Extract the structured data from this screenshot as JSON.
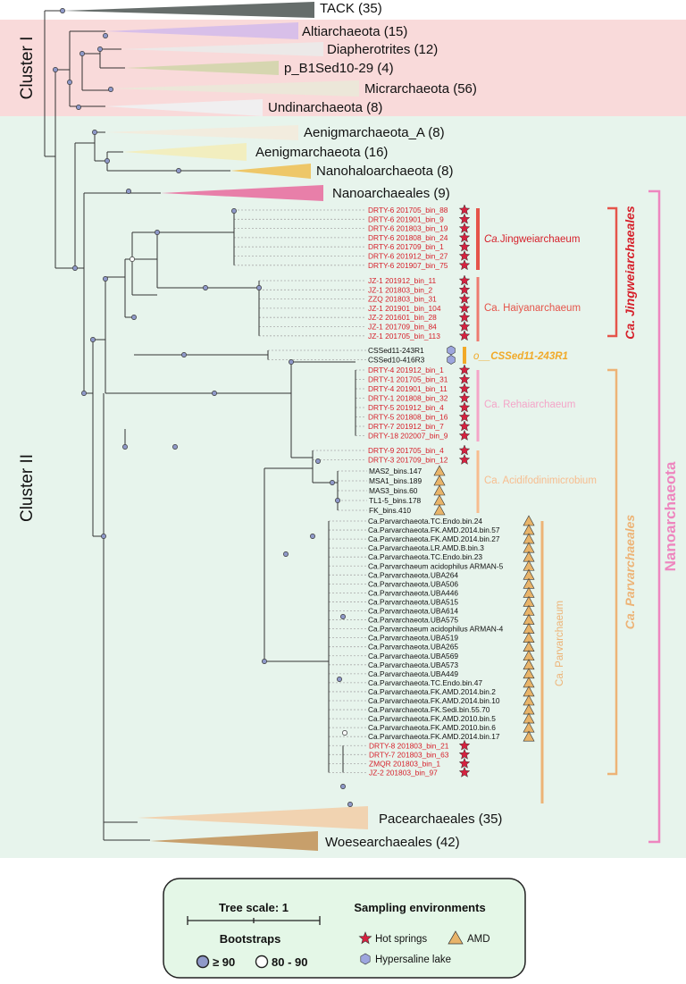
{
  "clusters": {
    "cluster1": "Cluster I",
    "cluster2": "Cluster II"
  },
  "collapsed_clades": [
    "TACK (35)",
    "Altiarchaeota (15)",
    "Diapherotrites (12)",
    "p_B1Sed10-29 (4)",
    "Micrarchaeota (56)",
    "Undinarchaeota (8)",
    "Aenigmarchaeota_A (8)",
    "Aenigmarchaeota (16)",
    "Nanohaloarchaeota (8)",
    "Nanoarchaeales (9)",
    "Pacearchaeales (35)",
    "Woesearchaeales (42)"
  ],
  "leaves": [
    "DRTY-6 201705_bin_88",
    "DRTY-6 201901_bin_9",
    "DRTY-6 201803_bin_19",
    "DRTY-6 201808_bin_24",
    "DRTY-6 201709_bin_1",
    "DRTY-6 201912_bin_27",
    "DRTY-6 201907_bin_75",
    "JZ-1 201912_bin_11",
    "JZ-1 201803_bin_2",
    "ZZQ 201803_bin_31",
    "JZ-1 201901_bin_104",
    "JZ-2 201601_bin_28",
    "JZ-1 201709_bin_84",
    "JZ-1 201705_bin_113",
    "CSSed11-243R1",
    "CSSed10-416R3",
    "DRTY-4 201912_bin_1",
    "DRTY-1 201705_bin_31",
    "DRTY-4 201901_bin_11",
    "DRTY-1 201808_bin_32",
    "DRTY-5 201912_bin_4",
    "DRTY-5 201808_bin_16",
    "DRTY-7 201912_bin_7",
    "DRTY-18 202007_bin_9",
    "DRTY-9 201705_bin_4",
    "DRTY-3 201709_bin_12",
    "MAS2_bins.147",
    "MSA1_bins.189",
    "MAS3_bins.60",
    "TL1-5_bins.178",
    "FK_bins.410",
    "Ca.Parvarchaeota.TC.Endo.bin.24",
    "Ca.Parvarchaeota.FK.AMD.2014.bin.57",
    "Ca.Parvarchaeota.FK.AMD.2014.bin.27",
    "Ca.Parvarchaeota.LR.AMD.B.bin.3",
    "Ca.Parvarchaeota.TC.Endo.bin.23",
    "Ca.Parvarchaeum acidophilus ARMAN-5",
    "Ca.Parvarchaeota.UBA264",
    "Ca.Parvarchaeota.UBA506",
    "Ca.Parvarchaeota.UBA446",
    "Ca.Parvarchaeota.UBA515",
    "Ca.Parvarchaeota.UBA614",
    "Ca.Parvarchaeota.UBA575",
    "Ca.Parvarchaeum acidophilus ARMAN-4",
    "Ca.Parvarchaeota.UBA519",
    "Ca.Parvarchaeota.UBA265",
    "Ca.Parvarchaeota.UBA569",
    "Ca.Parvarchaeota.UBA573",
    "Ca.Parvarchaeota.UBA449",
    "Ca.Parvarchaeota.TC.Endo.bin.47",
    "Ca.Parvarchaeota.FK.AMD.2014.bin.2",
    "Ca.Parvarchaeota.FK.AMD.2014.bin.10",
    "Ca.Parvarchaeota.FK.Sedi.bin.55.70",
    "Ca.Parvarchaeota.FK.AMD.2010.bin.5",
    "Ca.Parvarchaeota.FK.AMD.2010.bin.6",
    "Ca.Parvarchaeota.FK.AMD.2014.bin.17",
    "DRTY-8 201803_bin_21",
    "DRTY-7 201803_bin_63",
    "ZMQR 201803_bin_1",
    "JZ-2 201803_bin_97"
  ],
  "genera": {
    "jingwei_prefix": "Ca.",
    "jingwei_name": "Jingweiarchaeum",
    "haiyan": "Ca. Haiyanarchaeum",
    "cssed_prefix": "o__",
    "cssed_name": "CSSed11-243R1",
    "rehai": "Ca. Rehaiarchaeum",
    "acidofodini": "Ca. Acidifodinimicrobium",
    "parvarchaeum": "Ca. Parvarchaeum"
  },
  "orders": {
    "jingwei": "Ca. Jingweiarchaeales",
    "parvarch": "Ca. Parvarchaeales",
    "phylum": "Nanoarchaeota"
  },
  "legend": {
    "tree_scale": "Tree scale: 1",
    "bootstraps": "Bootstraps",
    "boot_high": "≥ 90",
    "boot_mid": "80 - 90",
    "sampling": "Sampling environments",
    "hot_springs": "Hot springs",
    "amd": "AMD",
    "hypersaline": "Hypersaline lake"
  },
  "colors": {
    "cluster1_bg": "#f9dada",
    "cluster2_bg": "#e7f4ec",
    "legend_bg": "#e4f7e7",
    "red": "#d6212b",
    "jingwei": "#e5544a",
    "cssed": "#f1a928",
    "rehai": "#f4a5c8",
    "acido": "#f7bd8f",
    "parv": "#edb376",
    "nano": "#ee86bf",
    "node": "#8f99c9"
  }
}
